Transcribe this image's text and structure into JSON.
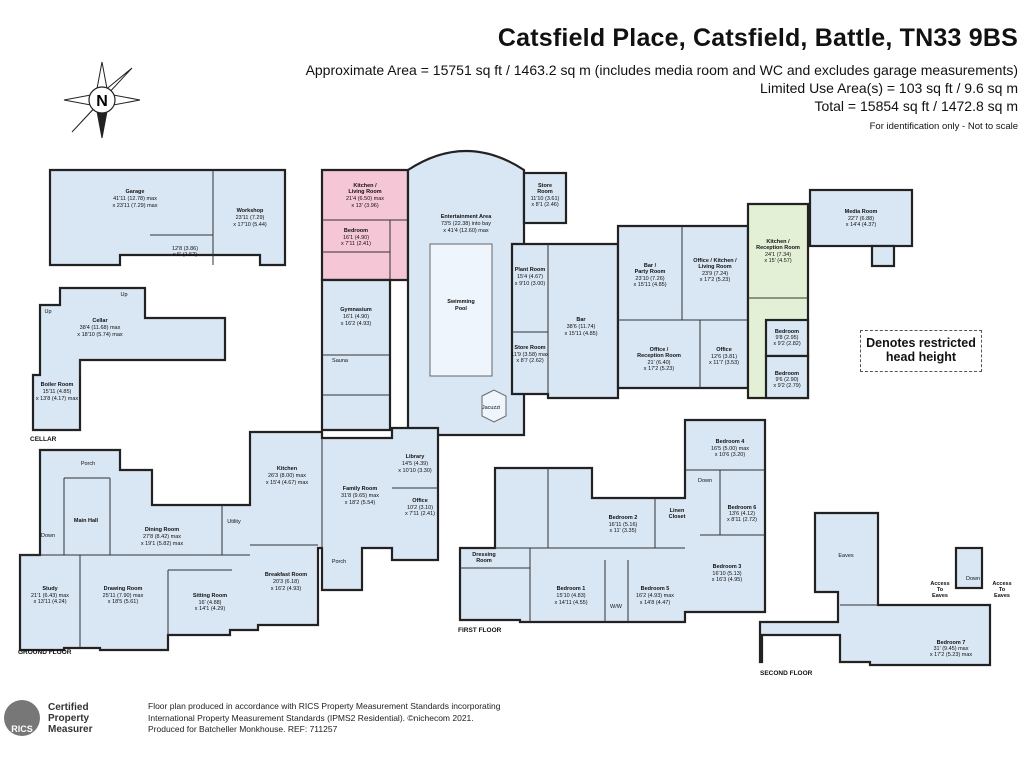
{
  "header": {
    "title": "Catsfield Place, Catsfield, Battle, TN33 9BS",
    "area_line": "Approximate Area = 15751 sq ft / 1463.2 sq m (includes media room and WC and excludes garage measurements)",
    "limited_line": "Limited Use Area(s) = 103 sq ft / 9.6 sq m",
    "total_line": "Total = 15854 sq ft / 1472.8 sq m",
    "note": "For identification only - Not to scale"
  },
  "compass": {
    "letter": "N",
    "icon": "north-compass-icon"
  },
  "legend": {
    "line1": "Denotes restricted",
    "line2": "head height"
  },
  "floors": {
    "cellar": "CELLAR",
    "ground": "GROUND FLOOR",
    "first": "FIRST FLOOR",
    "second": "SECOND FLOOR"
  },
  "rooms": {
    "garage": {
      "name": "Garage",
      "dims": "41'11 (12.78) max",
      "dims2": "x 23'11 (7.29) max"
    },
    "workshop": {
      "name": "Workshop",
      "dims": "23'11 (7.29)",
      "dims2": "x 17'10 (5.44)"
    },
    "garage_small": {
      "dims": "12'8 (3.86)",
      "dims2": "x 5' (1.52)"
    },
    "kitchen_living": {
      "name": "Kitchen /",
      "name2": "Living Room",
      "dims": "21'4 (6.50) max",
      "dims2": "x 13' (3.96)"
    },
    "annex_bedroom": {
      "name": "Bedroom",
      "dims": "16'1 (4.90)",
      "dims2": "x 7'11 (2.41)"
    },
    "entertainment": {
      "name": "Entertainment Area",
      "dims": "73'5 (22.38) into bay",
      "dims2": "x 41'4 (12.60) max"
    },
    "pool": {
      "name": "Swimming",
      "name2": "Pool"
    },
    "jacuzzi": {
      "name": "Jacuzzi"
    },
    "store_top": {
      "name": "Store",
      "name2": "Room",
      "dims": "11'10 (3.61)",
      "dims2": "x 8'1 (2.46)"
    },
    "plant": {
      "name": "Plant Room",
      "dims": "15'4 (4.67)",
      "dims2": "x 9'10 (3.00)"
    },
    "bar": {
      "name": "Bar",
      "dims": "38'6 (11.74)",
      "dims2": "x 15'11 (4.85)"
    },
    "store_mid": {
      "name": "Store Room",
      "dims": "11'9 (3.58) max",
      "dims2": "x 8'7 (2.62)"
    },
    "party": {
      "name": "Bar /",
      "name2": "Party Room",
      "dims": "23'10 (7.26)",
      "dims2": "x 15'11 (4.85)"
    },
    "office_kitchen": {
      "name": "Office / Kitchen /",
      "name2": "Living Room",
      "dims": "23'9 (7.24)",
      "dims2": "x 17'2 (5.23)"
    },
    "office_reception": {
      "name": "Office /",
      "name2": "Reception Room",
      "dims": "21' (6.40)",
      "dims2": "x 17'2 (5.23)"
    },
    "office_small": {
      "name": "Office",
      "dims": "12'6 (3.81)",
      "dims2": "x 11'7 (3.53)"
    },
    "kitchen_reception": {
      "name": "Kitchen /",
      "name2": "Reception Room",
      "dims": "24'1 (7.34)",
      "dims2": "x 15' (4.57)"
    },
    "media": {
      "name": "Media Room",
      "dims": "22'7 (6.88)",
      "dims2": "x 14'4 (4.37)"
    },
    "annex_bed2": {
      "name": "Bedroom",
      "dims": "9'8 (2.95)",
      "dims2": "x 9'2 (2.82)"
    },
    "annex_bed3": {
      "name": "Bedroom",
      "dims": "9'6 (2.90)",
      "dims2": "x 9'2 (2.79)"
    },
    "cellar": {
      "name": "Cellar",
      "dims": "38'4 (11.68) max",
      "dims2": "x 18'10 (5.74) max"
    },
    "boiler": {
      "name": "Boiler Room",
      "dims": "15'11 (4.85)",
      "dims2": "x 13'8 (4.17) max"
    },
    "gym": {
      "name": "Gymnasium",
      "dims": "16'1 (4.90)",
      "dims2": "x 16'2 (4.93)"
    },
    "sauna": {
      "name": "Sauna"
    },
    "kitchen": {
      "name": "Kitchen",
      "dims": "26'3 (8.00) max",
      "dims2": "x 15'4 (4.67) max"
    },
    "family": {
      "name": "Family Room",
      "dims": "31'8 (9.65) max",
      "dims2": "x 18'2 (5.54)"
    },
    "library": {
      "name": "Library",
      "dims": "14'5 (4.39)",
      "dims2": "x 10'10 (3.30)"
    },
    "office_gf": {
      "name": "Office",
      "dims": "10'2 (3.10)",
      "dims2": "x 7'11 (2.41)"
    },
    "breakfast": {
      "name": "Breakfast Room",
      "dims": "20'3 (6.18)",
      "dims2": "x 16'2 (4.93)"
    },
    "porch_gf": {
      "name": "Porch"
    },
    "porch_top": {
      "name": "Porch"
    },
    "main_hall": {
      "name": "Main Hall"
    },
    "dining": {
      "name": "Dining Room",
      "dims": "27'8 (8.42) max",
      "dims2": "x 19'1 (5.82) max"
    },
    "utility": {
      "name": "Utility"
    },
    "study": {
      "name": "Study",
      "dims": "21'1 (6.43) max",
      "dims2": "x 13'11 (4.24)"
    },
    "drawing": {
      "name": "Drawing Room",
      "dims": "25'11 (7.90) max",
      "dims2": "x 18'5 (5.61)"
    },
    "sitting": {
      "name": "Sitting Room",
      "dims": "16' (4.88)",
      "dims2": "x 14'1 (4.29)"
    },
    "bed1_ff": {
      "name": "Bedroom 1",
      "dims": "15'10 (4.83)",
      "dims2": "x 14'11 (4.55)"
    },
    "bed5_ff": {
      "name": "Bedroom 5",
      "dims": "16'2 (4.93) max",
      "dims2": "x 14'8 (4.47)"
    },
    "bed2_ff": {
      "name": "Bedroom 2",
      "dims": "16'11 (5.16)",
      "dims2": "x 11' (3.35)"
    },
    "linen": {
      "name": "Linen",
      "name2": "Closet"
    },
    "bed4_ff": {
      "name": "Bedroom 4",
      "dims": "16'5 (5.00) max",
      "dims2": "x 10'6 (3.20)"
    },
    "bed6_ff": {
      "name": "Bedroom 6",
      "dims": "13'6 (4.12)",
      "dims2": "x 8'11 (2.72)"
    },
    "bed3_ff": {
      "name": "Bedroom 3",
      "dims": "16'10 (5.13)",
      "dims2": "x 16'3 (4.95)"
    },
    "dressing": {
      "name": "Dressing",
      "name2": "Room"
    },
    "ww": {
      "name": "W/W"
    },
    "bed1_sf": {
      "name": "Bedroom 7",
      "dims": "31' (9.45) max",
      "dims2": "x 17'2 (5.23) max"
    },
    "access_left": {
      "name": "Access",
      "name2": "To",
      "name3": "Eaves"
    },
    "access_right": {
      "name": "Access",
      "name2": "To",
      "name3": "Eaves"
    },
    "eaves": {
      "name": "Eaves"
    },
    "down1": {
      "name": "Down"
    },
    "down2": {
      "name": "Down"
    },
    "down3": {
      "name": "Down"
    },
    "up1": {
      "name": "Up"
    },
    "up2": {
      "name": "Up"
    }
  },
  "footer": {
    "line1": "Floor plan produced in accordance with RICS Property Measurement Standards incorporating",
    "line2": "International Property Measurement Standards (IPMS2 Residential).  ©nichecom 2021.",
    "line3": "Produced for Batcheller Monkhouse.   REF: 711257"
  },
  "rics": {
    "abbr": "RICS",
    "l1": "Certified",
    "l2": "Property",
    "l3": "Measurer"
  },
  "colors": {
    "room_fill": "#d9e6f4",
    "restricted_pink": "#f5c6d6",
    "annex_green": "#e4f0d6",
    "wall": "#222222"
  }
}
